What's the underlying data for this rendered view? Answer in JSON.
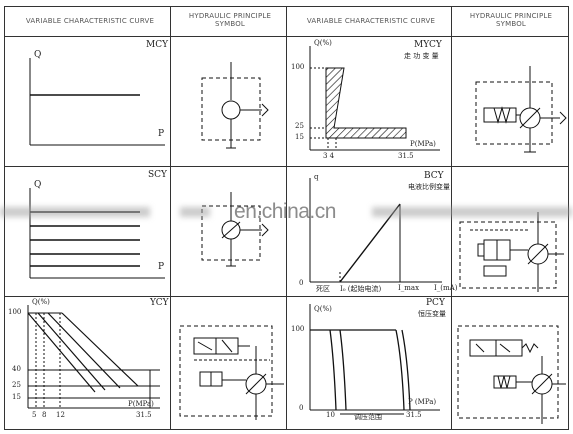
{
  "headers": {
    "left_curve": "VARIABLE CHARACTERISTIC CURVE",
    "left_symbol": "HYDRAULIC PRINCIPLE SYMBOL",
    "right_curve": "VARIABLE CHARACTERISTIC CURVE",
    "right_symbol": "HYDRAULIC PRINCIPLE SYMBOL"
  },
  "watermark": "en.china.cn",
  "panels": {
    "mcy": {
      "code": "MCY",
      "y_axis": "Q",
      "x_axis": "P"
    },
    "scy": {
      "code": "SCY",
      "y_axis": "Q",
      "x_axis": "P"
    },
    "ycy": {
      "code": "YCY",
      "y_axis": "Q(%)",
      "x_axis": "P(MPa)",
      "y_ticks": [
        "100",
        "40",
        "25",
        "15"
      ],
      "x_ticks": [
        "5",
        "8",
        "12",
        "31.5"
      ]
    },
    "mycy": {
      "code": "MYCY",
      "subtitle": "走 功 变 量",
      "y_axis": "Q(%)",
      "x_axis": "P(MPa)",
      "y_ticks": [
        "100",
        "25",
        "15"
      ],
      "x_ticks": [
        "3 4",
        "31.5"
      ]
    },
    "bcy": {
      "code": "BCY",
      "subtitle": "电液比例变量",
      "y_axis": "q",
      "zero": "0",
      "x_ticks": [
        "死区",
        "I₀ (起始电流)",
        "I_max",
        "I_(mA)"
      ]
    },
    "pcy": {
      "code": "PCY",
      "subtitle": "恒压变量",
      "y_axis": "Q(%)",
      "y_ticks": [
        "100"
      ],
      "zero": "0",
      "x_ticks": [
        "10",
        "调压范围",
        "31.5"
      ],
      "x_axis": "P (MPa)"
    }
  }
}
